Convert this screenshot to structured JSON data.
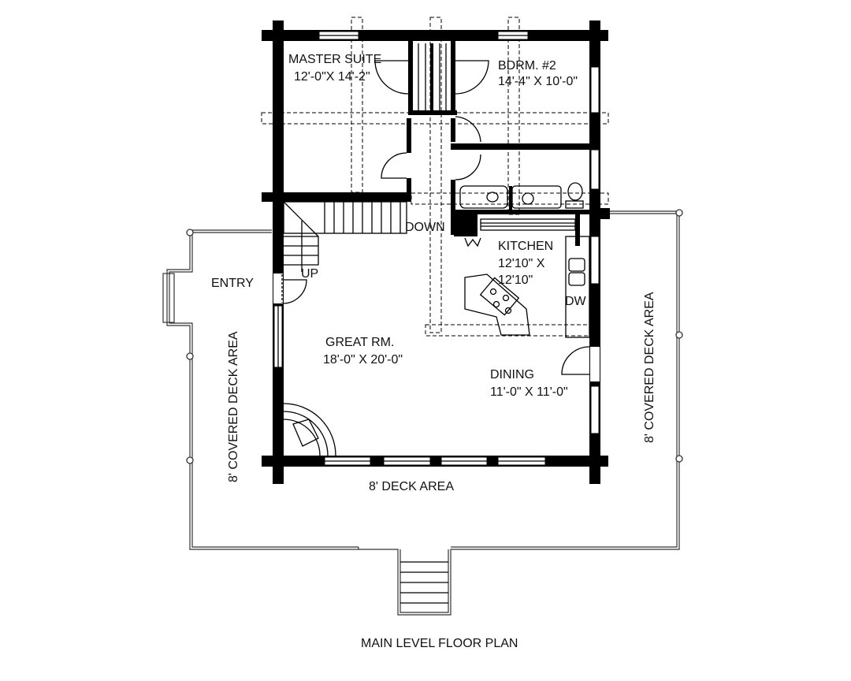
{
  "title": "MAIN LEVEL FLOOR PLAN",
  "rooms": {
    "master_suite": {
      "name": "MASTER SUITE",
      "size": "12'-0\"X 14'-2\""
    },
    "bedroom2": {
      "name": "BDRM. #2",
      "size": "14'-4\" X 10'-0\""
    },
    "kitchen": {
      "name": "KITCHEN",
      "size_line1": "12'10\" X",
      "size_line2": "12'10\""
    },
    "great_room": {
      "name": "GREAT RM.",
      "size": "18'-0\" X 20'-0\""
    },
    "dining": {
      "name": "DINING",
      "size": "11'-0\" X 11'-0\""
    },
    "entry": {
      "name": "ENTRY"
    }
  },
  "stairs": {
    "down": "DOWN",
    "up": "UP"
  },
  "decks": {
    "left": "8' COVERED DECK AREA",
    "right": "8' COVERED DECK AREA",
    "front": "8' DECK AREA"
  },
  "appliances": {
    "dishwasher": "DW"
  },
  "colors": {
    "ink": "#000000",
    "background": "#ffffff"
  }
}
